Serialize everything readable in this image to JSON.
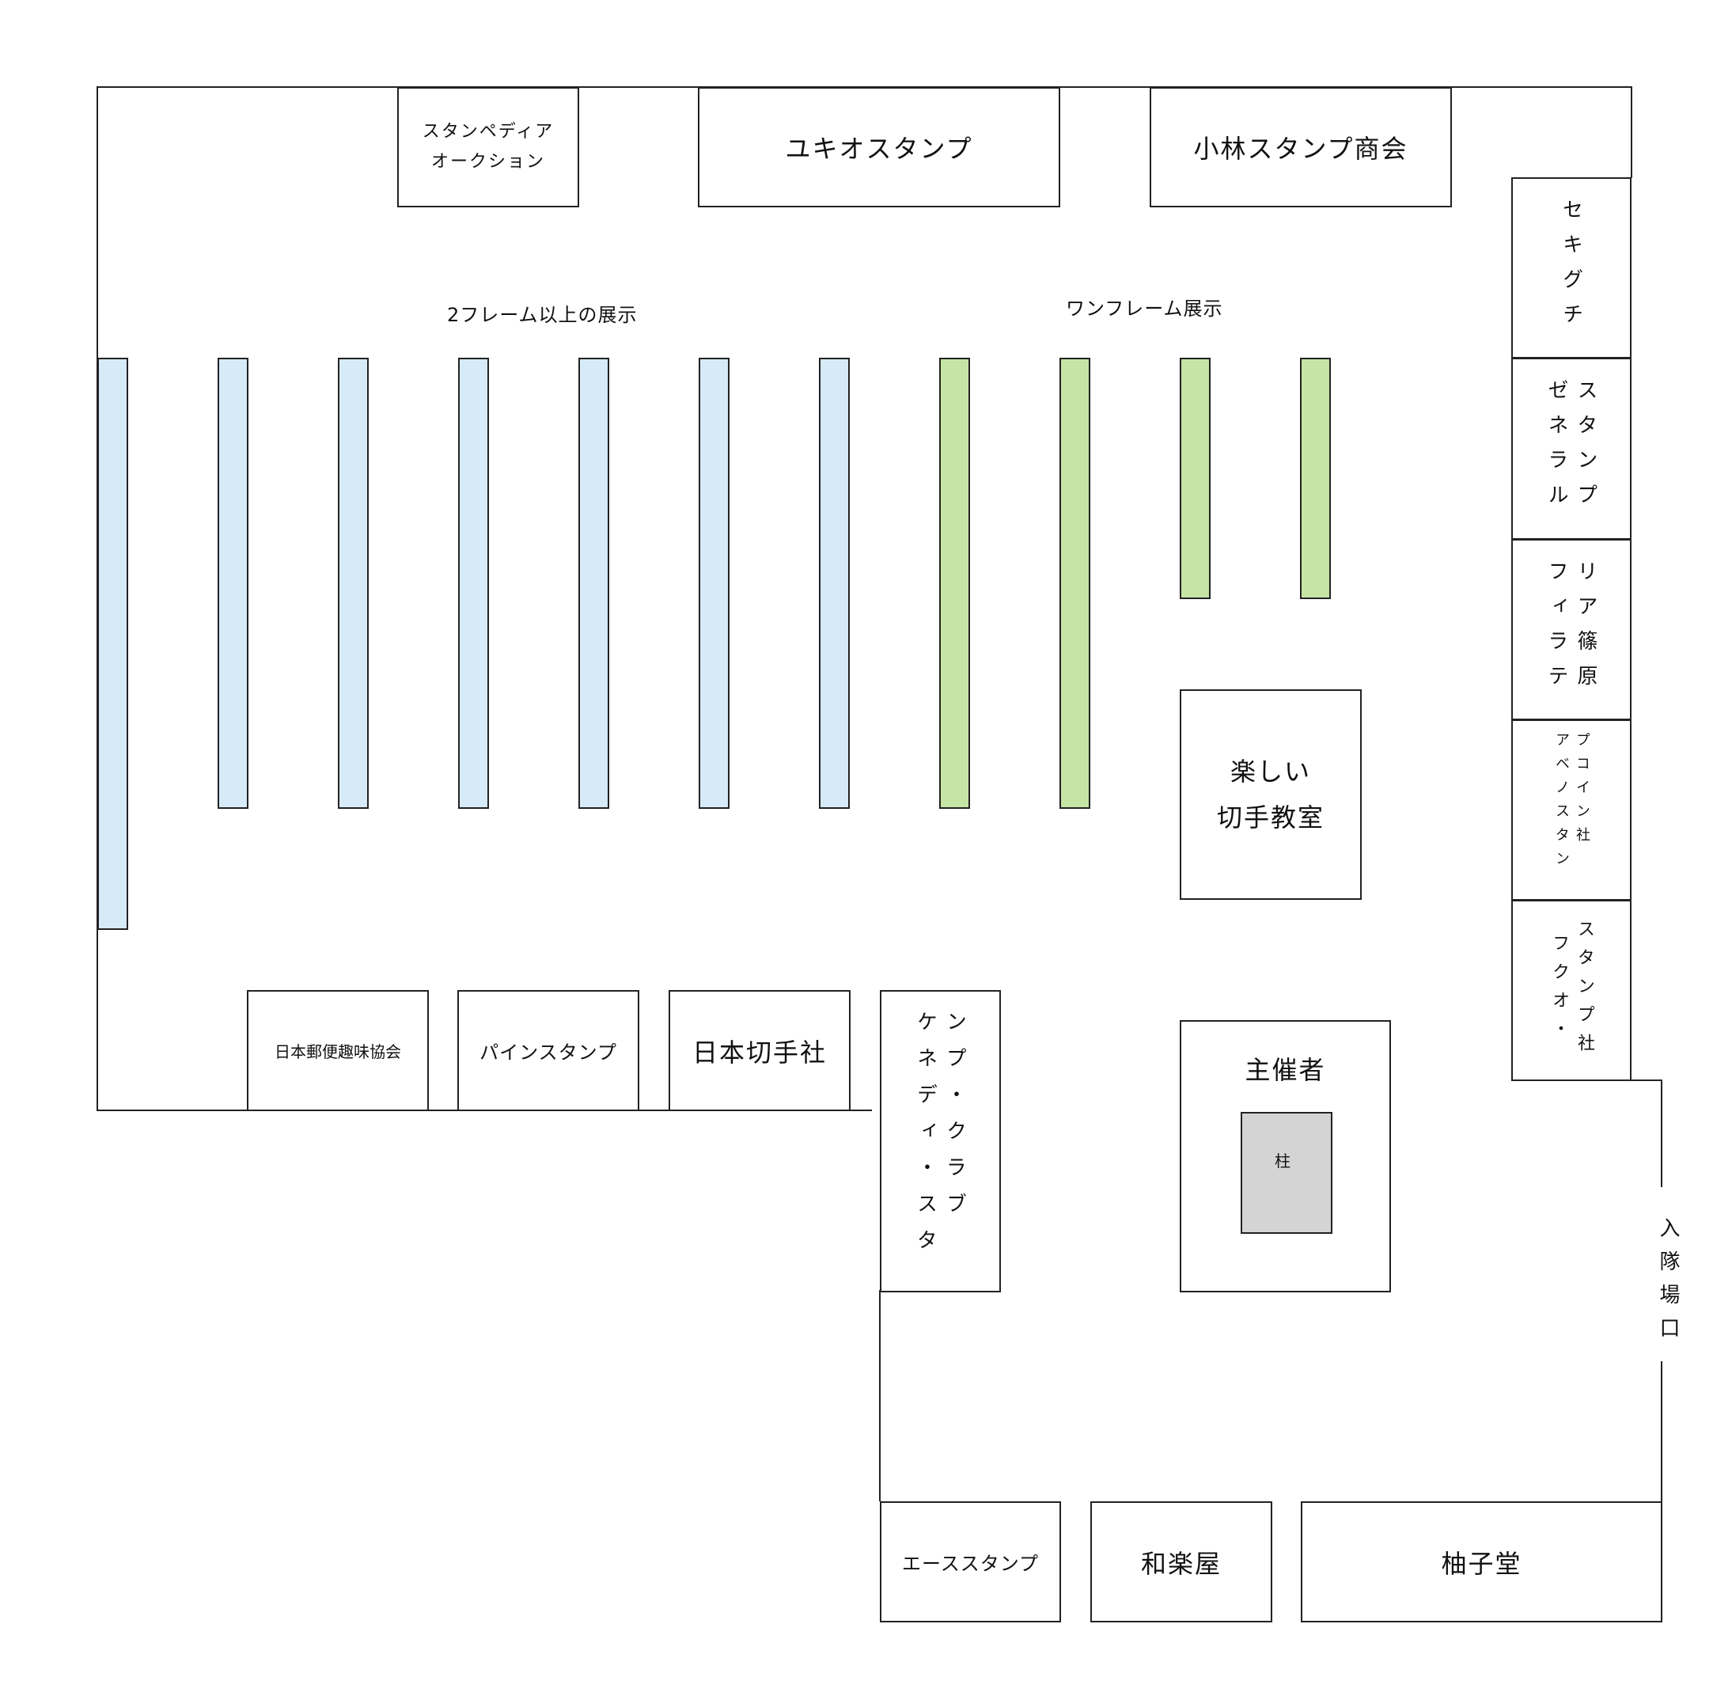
{
  "booths": {
    "stampedia": [
      "スタンペディア",
      "オークション"
    ],
    "yukio": "ユキオスタンプ",
    "kobayashi": "小林スタンプ商会",
    "sekiguchi": "セキグチ",
    "zeneral": [
      "ゼネラル",
      "スタンプ"
    ],
    "philatelia": [
      "フィラテ",
      "リア篠原"
    ],
    "abeno": [
      "アベノスタン",
      "プコイン社"
    ],
    "fukuo": [
      "フクオ・",
      "スタンプ社"
    ],
    "tanoshii": [
      "楽しい",
      "切手教室"
    ],
    "shusaisha": "主催者",
    "pillar": "柱",
    "nihon_yubin": "日本郵便趣味協会",
    "pine": "パインスタンプ",
    "nihon_kitte": "日本切手社",
    "kennedy": [
      "ケネディ・スタ",
      "ンプ・クラブ"
    ],
    "ace": "エーススタンプ",
    "wagakuya": "和楽屋",
    "yuzudo": "柚子堂"
  },
  "labels": {
    "multi_frame": "2フレーム以上の展示",
    "one_frame": "ワンフレーム展示",
    "entrance": "入隊場口"
  },
  "colors": {
    "multi_frame_panel": "#d6eaf8",
    "one_frame_panel": "#c5e4a5",
    "pillar": "#d4d4d4",
    "wall": "#222222"
  }
}
